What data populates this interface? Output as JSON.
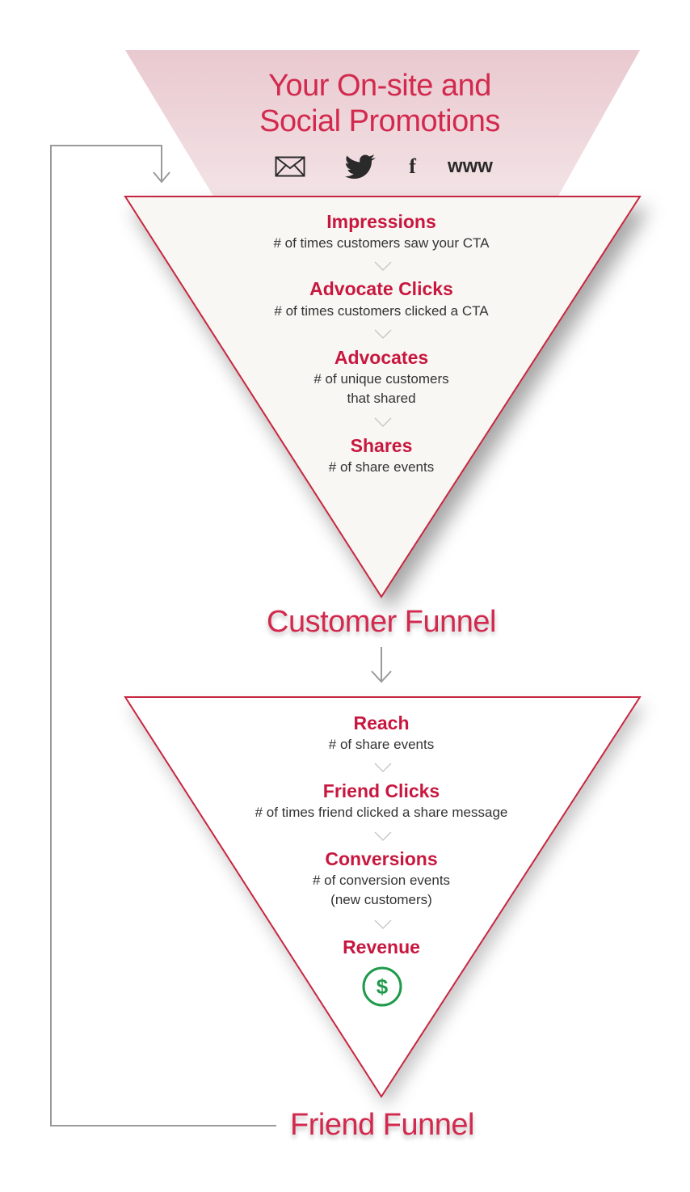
{
  "promotions": {
    "title_line1": "Your On-site and",
    "title_line2": "Social Promotions",
    "icons": [
      "envelope-icon",
      "twitter-bird-icon",
      "facebook-f-icon",
      "www-icon"
    ],
    "facebook_glyph": "f",
    "www_text": "www"
  },
  "customer_funnel": {
    "label": "Customer Funnel",
    "stages": [
      {
        "title": "Impressions",
        "desc": [
          "# of times customers saw your CTA"
        ]
      },
      {
        "title": "Advocate Clicks",
        "desc": [
          "# of times customers clicked a CTA"
        ]
      },
      {
        "title": "Advocates",
        "desc": [
          "# of unique customers",
          "that shared"
        ]
      },
      {
        "title": "Shares",
        "desc": [
          "# of share events"
        ]
      }
    ]
  },
  "friend_funnel": {
    "label": "Friend Funnel",
    "stages": [
      {
        "title": "Reach",
        "desc": [
          "# of share events"
        ]
      },
      {
        "title": "Friend Clicks",
        "desc": [
          "# of times friend clicked a share message"
        ]
      },
      {
        "title": "Conversions",
        "desc": [
          "# of conversion events",
          "(new customers)"
        ]
      },
      {
        "title": "Revenue",
        "desc": []
      }
    ],
    "revenue_icon": "dollar-circle-icon",
    "revenue_symbol": "$"
  },
  "colors": {
    "accent": "#c8173f",
    "funnel_stroke": "#c7273f",
    "promo_fill": "#ecd4d8",
    "arrow_gray": "#999999",
    "revenue_green": "#1f9a4a"
  }
}
